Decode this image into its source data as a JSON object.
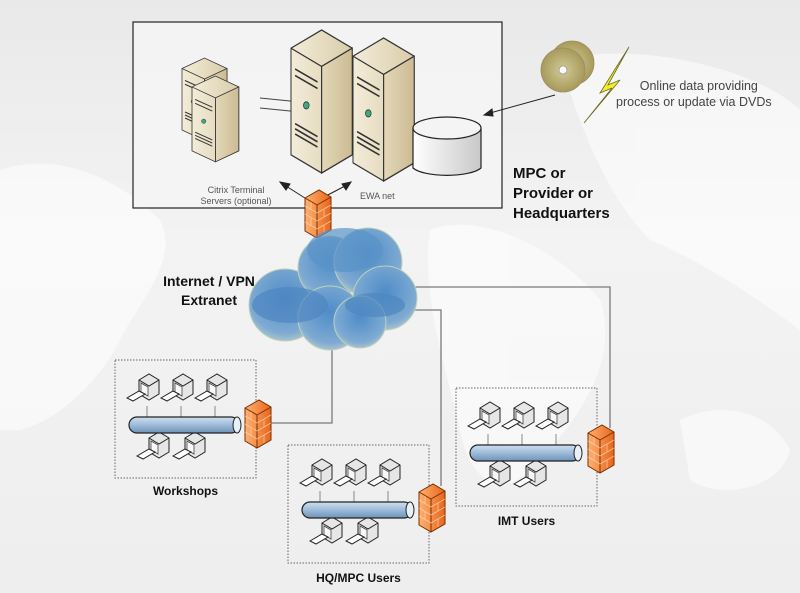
{
  "diagram": {
    "hq_box": {
      "title_lines": [
        "MPC or",
        "Provider or",
        "Headquarters"
      ],
      "citrix_label_lines": [
        "Citrix Terminal",
        "Servers (optional)"
      ],
      "ewa_label": "EWA net"
    },
    "dvd_note_lines": [
      "Online data providing",
      "process or update via DVDs"
    ],
    "cloud_label_lines": [
      "Internet / VPN",
      "Extranet"
    ],
    "sites": [
      {
        "label": "Workshops"
      },
      {
        "label": "HQ/MPC Users"
      },
      {
        "label": "IMT Users"
      }
    ]
  },
  "colors": {
    "firewall": "#f07a2a",
    "cloud": "#5b93c9",
    "server": "#e9dfc4",
    "bus": "#a9c4df",
    "line": "#777777"
  }
}
